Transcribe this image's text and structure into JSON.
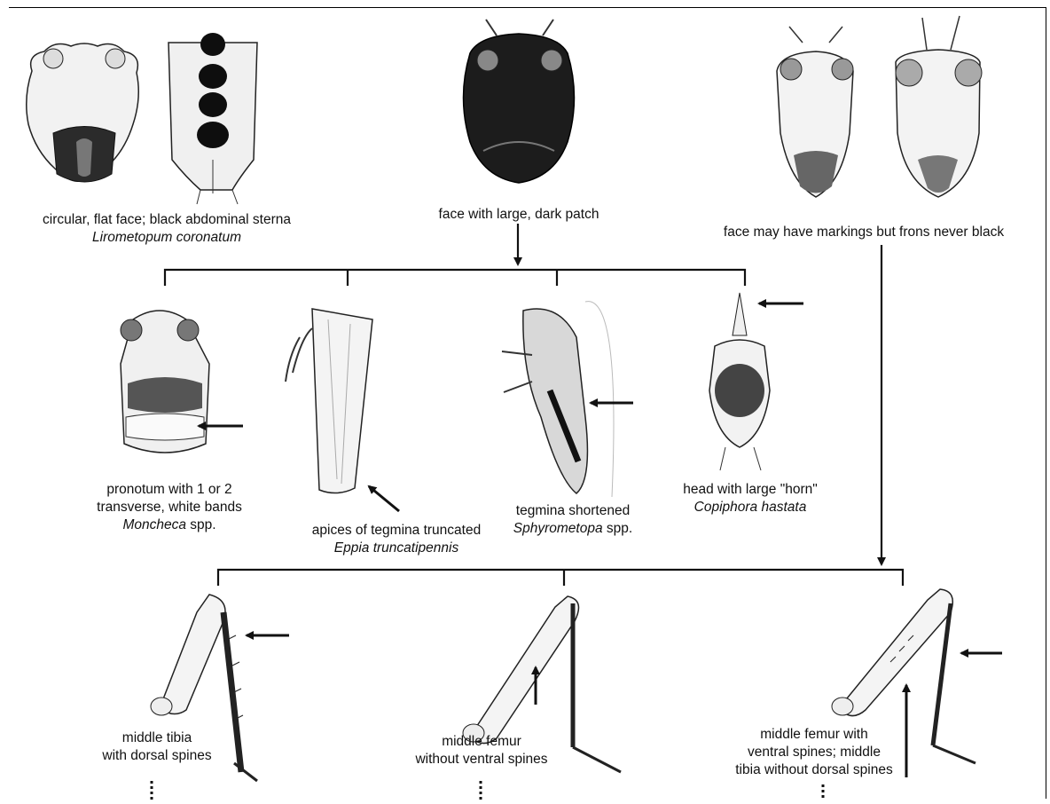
{
  "captions": {
    "c1": {
      "line1": "circular, flat face; black abdominal sterna",
      "species": "Lirometopum coronatum"
    },
    "c2": {
      "line1": "face with large, dark patch"
    },
    "c3": {
      "line1": "face may have markings but frons never black"
    },
    "c4": {
      "line1": "pronotum with 1 or 2",
      "line2": "transverse, white bands",
      "species": "Moncheca",
      "species_suffix": " spp."
    },
    "c5": {
      "line1": "apices of tegmina truncated",
      "species": "Eppia truncatipennis"
    },
    "c6": {
      "line1": "tegmina shortened",
      "species": "Sphyrometopa",
      "species_suffix": " spp."
    },
    "c7": {
      "line1": "head with large \"horn\"",
      "species": "Copiphora hastata"
    },
    "c8": {
      "line1": "middle tibia",
      "line2": "with dorsal spines"
    },
    "c9": {
      "line1": "middle femur",
      "line2": "without ventral spines"
    },
    "c10": {
      "line1": "middle femur with",
      "line2": "ventral spines; middle",
      "line3": "tibia without dorsal spines"
    }
  },
  "colors": {
    "ink": "#111111",
    "paper": "#ffffff",
    "dark": "#1a1a1a",
    "mid": "#555555",
    "light": "#e6e6e6"
  }
}
